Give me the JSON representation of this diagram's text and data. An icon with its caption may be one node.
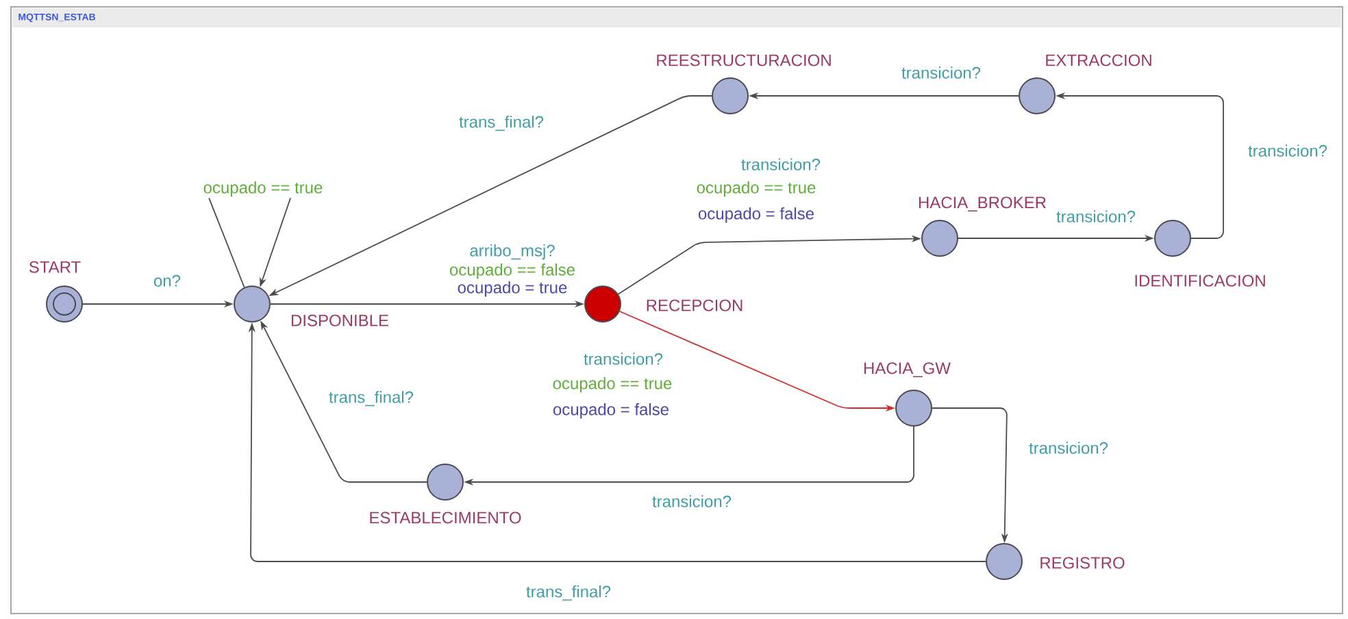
{
  "diagram": {
    "title": "MQTTSN_ESTAB",
    "nodes": [
      {
        "text": [],
        "shape": "circle",
        "beside": [
          "START"
        ]
      },
      {
        "text": [],
        "shape": "circle",
        "beside": [
          "DISPONIBLE"
        ]
      },
      {
        "text": [],
        "shape": "circle",
        "beside": [
          "RECEPCION"
        ]
      },
      {
        "text": [],
        "shape": "circle",
        "beside": [
          "REESTRUCTURACION"
        ]
      },
      {
        "text": [],
        "shape": "circle",
        "beside": [
          "EXTRACCION"
        ]
      },
      {
        "text": [],
        "shape": "circle",
        "beside": [
          "HACIA_BROKER"
        ]
      },
      {
        "text": [],
        "shape": "circle",
        "beside": [
          "IDENTIFICACION"
        ]
      },
      {
        "text": [],
        "shape": "circle",
        "beside": [
          "HACIA_GW"
        ]
      },
      {
        "text": [],
        "shape": "circle",
        "beside": [
          "ESTABLECIMIENTO"
        ]
      },
      {
        "text": [],
        "shape": "circle",
        "beside": [
          "REGISTRO"
        ]
      }
    ],
    "edges": [
      {
        "from": 0,
        "to": 1,
        "arrow": "to",
        "label": "on?"
      },
      {
        "from": 1,
        "to": 1,
        "arrow": "to"
      },
      {
        "from": 1,
        "to": 2,
        "arrow": "to",
        "label": "arribo_msj?"
      },
      {
        "from": 2,
        "to": 5,
        "arrow": "to",
        "label": "transicion?"
      },
      {
        "from": 5,
        "to": 6,
        "arrow": "to",
        "label": "transicion?"
      },
      {
        "from": 6,
        "to": 4,
        "arrow": "to",
        "label": "transicion?"
      },
      {
        "from": 4,
        "to": 3,
        "arrow": "to",
        "label": "transicion?"
      },
      {
        "from": 3,
        "to": 1,
        "arrow": "to",
        "label": "trans_final?"
      },
      {
        "from": 2,
        "to": 7,
        "arrow": "to",
        "label": "transicion?",
        "color": "#d42a2a"
      },
      {
        "from": 7,
        "to": 8,
        "arrow": "to",
        "label": "transicion?"
      },
      {
        "from": 8,
        "to": 1,
        "arrow": "to",
        "label": "trans_final?"
      },
      {
        "from": 7,
        "to": 9,
        "arrow": "to",
        "label": "transicion?"
      },
      {
        "from": 9,
        "to": 1,
        "arrow": "to",
        "label": "trans_final?"
      }
    ],
    "labels": [
      "ocupado == true",
      "ocupado == true",
      "ocupado = false",
      "ocupado == false",
      "ocupado = true",
      "ocupado == true",
      "ocupado = false"
    ]
  }
}
